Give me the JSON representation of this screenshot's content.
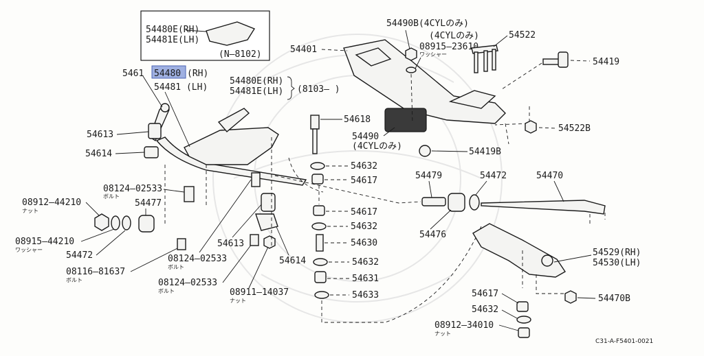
{
  "labels": {
    "l54480e_rh_box": "54480E(RH)",
    "l54481e_lh_box": "54481E(LH)",
    "l_n8102": "(N–8102)",
    "l54611": "5461",
    "l54480_rh": "54480",
    "l_rh_suffix": "(RH)",
    "l54481_lh": "54481 (LH)",
    "l54480e_rh": "54480E(RH)",
    "l54481e_lh": "54481E(LH)",
    "l_8103": "(8103–  )",
    "l54613_top": "54613",
    "l54614_top": "54614",
    "l08124_02533_a": "08124–02533",
    "l_bolt_a": "ボルト",
    "l08912_44210": "08912–44210",
    "l_nut_a": "ナット",
    "l54477": "54477",
    "l08915_44210": "08915–44210",
    "l_washer_a": "ワッシャー",
    "l54472_left": "54472",
    "l08116_81637": "08116–81637",
    "l_bolt_b": "ボルト",
    "l08124_02533_b": "08124–02533",
    "l_bolt_c": "ボルト",
    "l54613_mid": "54613",
    "l08124_02533_c": "08124–02533",
    "l_bolt_d": "ボルト",
    "l08911_14037": "08911–14037",
    "l_nut_b": "ナット",
    "l54614_mid": "54614",
    "l54401": "54401",
    "l54490b": "54490B(4CYLのみ)",
    "l_4cyl_only": "(4CYLのみ)",
    "l08915_23610": "08915–23610",
    "l_washer_b": "ワッシャー",
    "l54522": "54522",
    "l54419": "54419",
    "l54618": "54618",
    "l54490": "54490",
    "l_4cyl_only_b": "(4CYLのみ)",
    "l54522b": "54522B",
    "l54419b": "54419B",
    "l54632_a": "54632",
    "l54617_a": "54617",
    "l54479": "54479",
    "l54472_right": "54472",
    "l54470": "54470",
    "l54617_b": "54617",
    "l54476": "54476",
    "l54632_b": "54632",
    "l54630": "54630",
    "l54529_rh": "54529(RH)",
    "l54530_lh": "54530(LH)",
    "l54632_c": "54632",
    "l54631": "54631",
    "l54633": "54633",
    "l54617_c": "54617",
    "l54470b": "54470B",
    "l54632_d": "54632",
    "l08912_34010": "08912–34010",
    "l_nut_c": "ナット",
    "l_figure_code": "C31-A-F5401-0021"
  },
  "colors": {
    "highlight": "#8fa3dd",
    "ink": "#1a1a1a"
  }
}
